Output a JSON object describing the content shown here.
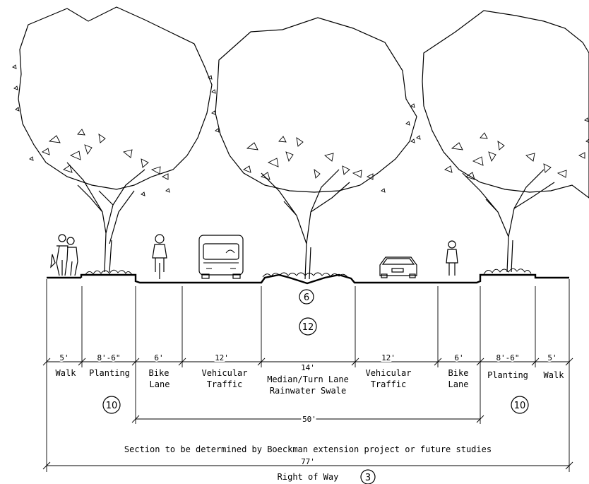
{
  "segments": [
    {
      "width": "5'",
      "label_line1": "Walk",
      "label_line2": ""
    },
    {
      "width": "8'-6\"",
      "label_line1": "Planting",
      "label_line2": ""
    },
    {
      "width": "6'",
      "label_line1": "Bike",
      "label_line2": "Lane"
    },
    {
      "width": "12'",
      "label_line1": "Vehicular",
      "label_line2": "Traffic"
    },
    {
      "width": "14'",
      "label_line1": "Median/Turn Lane",
      "label_line2": "Rainwater Swale"
    },
    {
      "width": "12'",
      "label_line1": "Vehicular",
      "label_line2": "Traffic"
    },
    {
      "width": "6'",
      "label_line1": "Bike",
      "label_line2": "Lane"
    },
    {
      "width": "8'-6\"",
      "label_line1": "Planting",
      "label_line2": ""
    },
    {
      "width": "5'",
      "label_line1": "Walk",
      "label_line2": ""
    }
  ],
  "tags": {
    "median_top": "6",
    "median_bottom": "12",
    "planting_left": "10",
    "planting_right": "10",
    "right_of_way": "3"
  },
  "dimensions": {
    "curb_to_curb": "50'",
    "total": "77'",
    "total_label": "Right of Way"
  },
  "note": "Section to be determined by Boeckman extension project or future studies"
}
